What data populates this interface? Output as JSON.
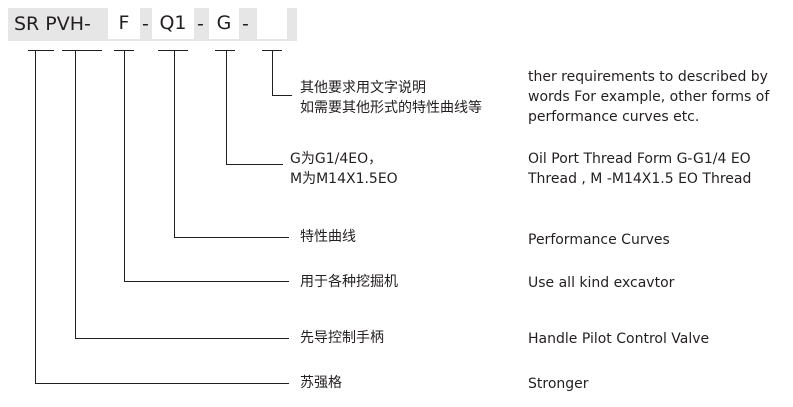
{
  "code": {
    "prefix": "SR PVH-",
    "f": "F",
    "dash1": "-",
    "q": "Q1",
    "dash2": "-",
    "g": "G",
    "dash3": "-",
    "blank": ""
  },
  "rows": [
    {
      "zh": [
        "其他要求用文字说明",
        "如需要其他形式的特性曲线等"
      ],
      "en": [
        "ther requirements to described by",
        "words For example, other forms of",
        "performance curves etc."
      ]
    },
    {
      "zh": [
        "G为G1/4EO，",
        "M为M14X1.5EO"
      ],
      "en": [
        "Oil Port Thread Form G-G1/4 EO",
        "Thread , M -M14X1.5 EO Thread"
      ]
    },
    {
      "zh": [
        "特性曲线"
      ],
      "en": [
        "Performance Curves"
      ]
    },
    {
      "zh": [
        "用于各种挖掘机"
      ],
      "en": [
        "Use all kind excavtor"
      ]
    },
    {
      "zh": [
        "先导控制手柄"
      ],
      "en": [
        "Handle Pilot Control Valve"
      ]
    },
    {
      "zh": [
        "苏强格"
      ],
      "en": [
        "Stronger"
      ]
    }
  ],
  "colors": {
    "bar": "#e6e6e6",
    "box": "#ffffff",
    "line": "#231f20",
    "text": "#231f20"
  }
}
